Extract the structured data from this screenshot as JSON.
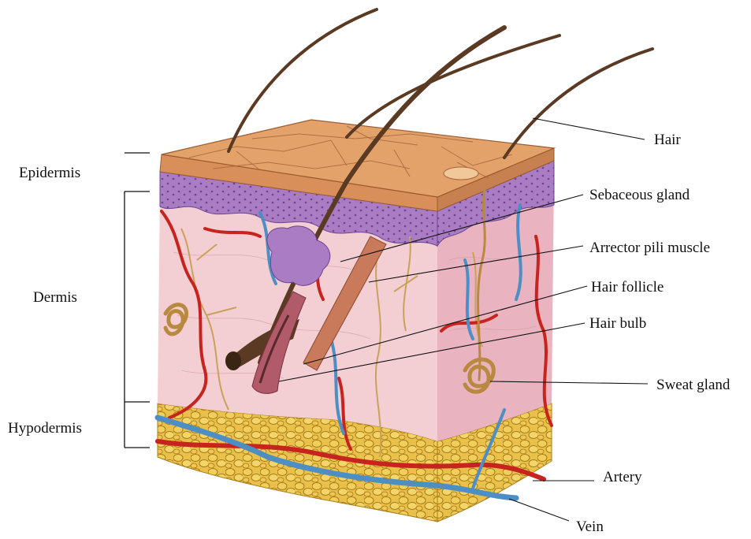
{
  "layers": [
    {
      "key": "epidermis",
      "label": "Epidermis"
    },
    {
      "key": "dermis",
      "label": "Dermis"
    },
    {
      "key": "hypodermis",
      "label": "Hypodermis"
    }
  ],
  "structures": [
    {
      "key": "hair",
      "label": "Hair"
    },
    {
      "key": "sebaceous-gland",
      "label": "Sebaceous gland"
    },
    {
      "key": "arrector-pili-muscle",
      "label": "Arrector pili muscle"
    },
    {
      "key": "hair-follicle",
      "label": "Hair follicle"
    },
    {
      "key": "hair-bulb",
      "label": "Hair bulb"
    },
    {
      "key": "sweat-gland",
      "label": "Sweat gland"
    },
    {
      "key": "artery",
      "label": "Artery"
    },
    {
      "key": "vein",
      "label": "Vein"
    }
  ],
  "colors": {
    "epidermis_top": "#e2a26a",
    "epidermis_pattern": "#b06a3e",
    "basal_layer": "#9a6fb5",
    "dermis": "#f3cfd3",
    "dermis_side": "#e9b3bf",
    "hypodermis_fat": "#e2b43c",
    "artery": "#c7241f",
    "vein": "#4d8fc4",
    "nerve": "#c9a25a",
    "hair": "#5a3a22"
  }
}
